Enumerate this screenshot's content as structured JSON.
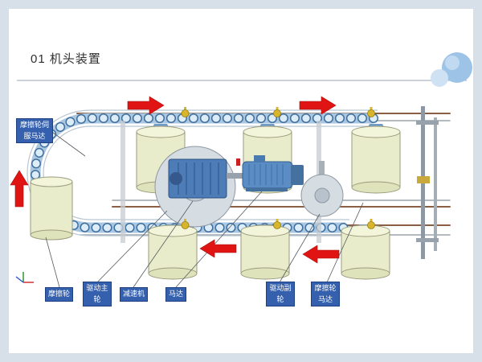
{
  "slide": {
    "title": "01 机头装置",
    "frame_color": "#d7dfe9",
    "background": "#ffffff"
  },
  "diagram": {
    "labels": {
      "servo_motor": "摩擦轮伺服马达",
      "friction_wheel": "摩擦轮",
      "drive_main_wheel": "驱动主轮",
      "reducer": "减速机",
      "motor": "马达",
      "drive_sub_wheel": "驱动副轮",
      "friction_wheel_motor": "摩擦轮马达"
    },
    "flow_arrows": [
      {
        "position": "top-left",
        "direction": "right"
      },
      {
        "position": "top-right",
        "direction": "right"
      },
      {
        "position": "left",
        "direction": "up"
      },
      {
        "position": "bottom-middle",
        "direction": "left"
      },
      {
        "position": "bottom-right",
        "direction": "left"
      }
    ],
    "colors": {
      "arrow": "#e11414",
      "label_background": "#3560ae",
      "label_text": "#ffffff",
      "chain_trolley": "#aac7df",
      "roller": "#e9ecca",
      "machinery_blue": "#4d7cb6"
    }
  }
}
